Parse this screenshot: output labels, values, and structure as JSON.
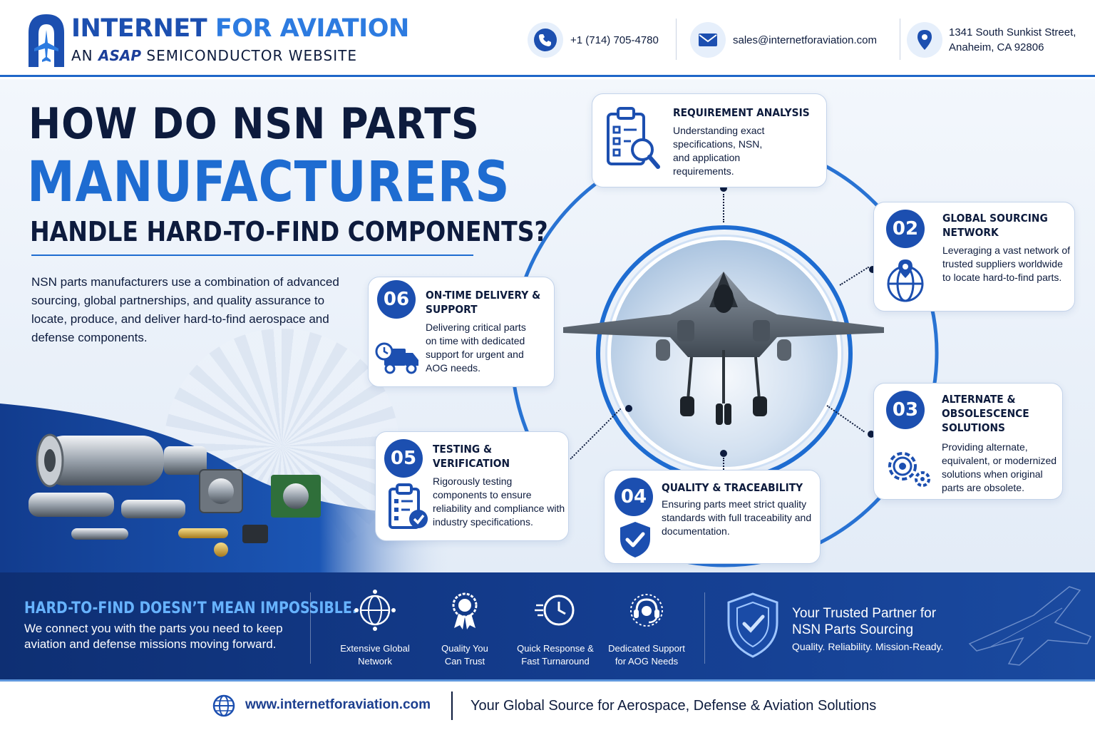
{
  "header": {
    "brand_part1": "INTERNET ",
    "brand_part2": "FOR AVIATION",
    "sub_prefix": "AN ",
    "sub_asap": "ASAP",
    "sub_suffix": " SEMICONDUCTOR WEBSITE",
    "phone": "+1 (714) 705-4780",
    "email": "sales@internetforaviation.com",
    "address_line1": "1341 South Sunkist Street,",
    "address_line2": "Anaheim, CA 92806"
  },
  "hero": {
    "title_line1": "HOW DO NSN PARTS",
    "title_line2": "MANUFACTURERS",
    "title_line3": "HANDLE HARD-TO-FIND COMPONENTS?",
    "intro": "NSN parts manufacturers use a combination of advanced sourcing, global partnerships, and quality assurance to locate, produce, and deliver hard-to-find aerospace and defense components."
  },
  "steps": {
    "s01": {
      "number": "",
      "title": "REQUIREMENT ANALYSIS",
      "desc": "Understanding exact specifications, NSN, and application requirements.",
      "icon": "clipboard-search-icon"
    },
    "s02": {
      "number": "02",
      "title_a": "GLOBAL SOURCING",
      "title_b": "NETWORK",
      "desc": "Leveraging a vast network of trusted suppliers worldwide to locate hard-to-find parts.",
      "icon": "globe-pin-icon"
    },
    "s03": {
      "number": "03",
      "title_a": "ALTERNATE &",
      "title_b": "OBSOLESCENCE",
      "title_c": "SOLUTIONS",
      "desc": "Providing alternate, equivalent, or modernized solutions when original parts are obsolete.",
      "icon": "gears-icon"
    },
    "s04": {
      "number": "04",
      "title": "QUALITY & TRACEABILITY",
      "desc": "Ensuring parts meet strict quality standards with full traceability and documentation.",
      "icon": "shield-check-icon"
    },
    "s05": {
      "number": "05",
      "title_a": "TESTING &",
      "title_b": "VERIFICATION",
      "desc": "Rigorously testing components to ensure reliability and compliance with industry specifications.",
      "icon": "checklist-icon"
    },
    "s06": {
      "number": "06",
      "title_a": "ON-TIME DELIVERY &",
      "title_b": "SUPPORT",
      "desc": "Delivering critical parts on time with dedicated support for urgent and AOG needs.",
      "icon": "delivery-truck-icon"
    }
  },
  "band": {
    "headline": "HARD-TO-FIND DOESN’T MEAN IMPOSSIBLE.",
    "text": "We connect you with the parts you need to keep aviation and defense missions moving forward.",
    "features": [
      {
        "line1": "Extensive Global",
        "line2": "Network",
        "icon": "network-globe-icon"
      },
      {
        "line1": "Quality You",
        "line2": "Can Trust",
        "icon": "award-badge-icon"
      },
      {
        "line1": "Quick Response &",
        "line2": "Fast Turnaround",
        "icon": "fast-clock-icon"
      },
      {
        "line1": "Dedicated Support",
        "line2": "for AOG Needs",
        "icon": "headset-support-icon"
      }
    ],
    "trust_title": "Your Trusted Partner for NSN Parts Sourcing",
    "trust_sub": "Quality. Reliability. Mission-Ready."
  },
  "footer": {
    "url": "www.internetforaviation.com",
    "tagline": "Your Global Source for Aerospace, Defense & Aviation Solutions"
  },
  "colors": {
    "navy": "#0d1b3d",
    "brand_blue": "#1c4fb0",
    "accent_blue": "#1e6cd1",
    "band_blue": "#143d8f",
    "headline_light": "#67b3ff"
  }
}
